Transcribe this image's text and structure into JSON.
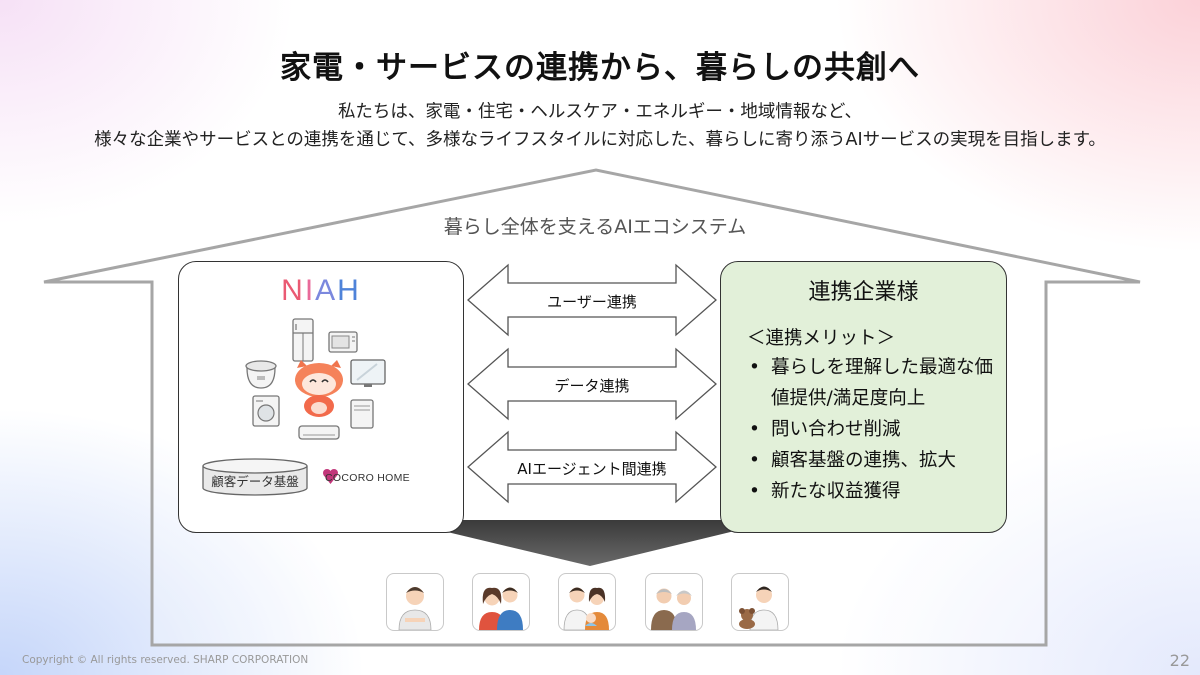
{
  "header": {
    "title": "家電・サービスの連携から、暮らしの共創へ",
    "subtitle_line1": "私たちは、家電・住宅・ヘルスケア・エネルギー・地域情報など、",
    "subtitle_line2": "様々な企業やサービスとの連携を通じて、多様なライフスタイルに対応した、暮らしに寄り添うAIサービスの実現を目指します。"
  },
  "house": {
    "label": "暮らし全体を支えるAIエコシステム",
    "roof_color": "#a6a6a6"
  },
  "niah": {
    "logo_letters": [
      "N",
      "I",
      "A",
      "H"
    ],
    "database_label": "顧客データ基盤",
    "cocoro_label": "COCORO HOME",
    "icons": [
      "refrigerator-icon",
      "microwave-icon",
      "rice-cooker-icon",
      "tv-icon",
      "robot-mascot-icon",
      "washing-machine-icon",
      "air-purifier-icon",
      "air-conditioner-icon",
      "database-icon",
      "cocoro-home-logo"
    ]
  },
  "links": [
    {
      "label": "ユーザー連携"
    },
    {
      "label": "データ連携"
    },
    {
      "label": "AIエージェント間連携"
    }
  ],
  "partner": {
    "title": "連携企業様",
    "merit_heading": "＜連携メリット＞",
    "merits": [
      "暮らしを理解した最適な価値提供/満足度向上",
      "問い合わせ削減",
      "顧客基盤の連携、拡大",
      "新たな収益獲得"
    ],
    "background": "#e2f0d9"
  },
  "households": [
    {
      "icon": "single-man-icon"
    },
    {
      "icon": "couple-icon"
    },
    {
      "icon": "family-with-baby-icon"
    },
    {
      "icon": "elderly-couple-icon"
    },
    {
      "icon": "man-with-dog-icon"
    }
  ],
  "footer": {
    "copyright": "Copyright © All rights reserved. SHARP CORPORATION",
    "page_number": "22"
  }
}
